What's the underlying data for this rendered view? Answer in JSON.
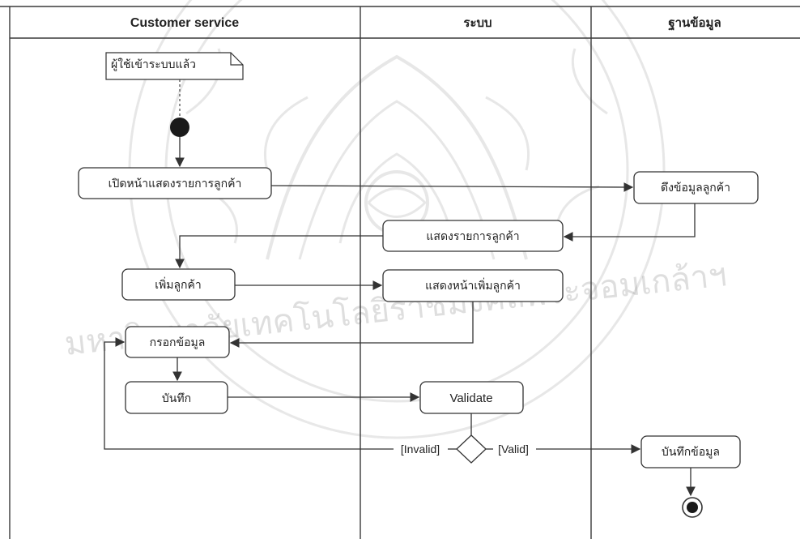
{
  "lanes": [
    {
      "title": "Customer service"
    },
    {
      "title": "ระบบ"
    },
    {
      "title": "ฐานข้อมูล"
    }
  ],
  "note": {
    "text": "ผู้ใช้เข้าระบบแล้ว"
  },
  "actions": {
    "open_customer_list": "เปิดหน้าแสดงรายการลูกค้า",
    "fetch_customer_data": "ดึงข้อมูลลูกค้า",
    "show_customer_list": "แสดงรายการลูกค้า",
    "add_customer": "เพิ่มลูกค้า",
    "show_add_customer_page": "แสดงหน้าเพิ่มลูกค้า",
    "fill_data": "กรอกข้อมูล",
    "save": "บันทึก",
    "validate": "Validate",
    "save_data": "บันทึกข้อมูล"
  },
  "guards": {
    "invalid": "[Invalid]",
    "valid": "[Valid]"
  },
  "watermark": {
    "text": "มหาวิทยาลัยเทคโนโลยีราชมงคลพระจอมเกล้าฯ",
    "color": "#8a8a8a"
  },
  "colors": {
    "line": "#3a3a3a",
    "node_fill": "#ffffff",
    "start_fill": "#1a1a1a"
  }
}
